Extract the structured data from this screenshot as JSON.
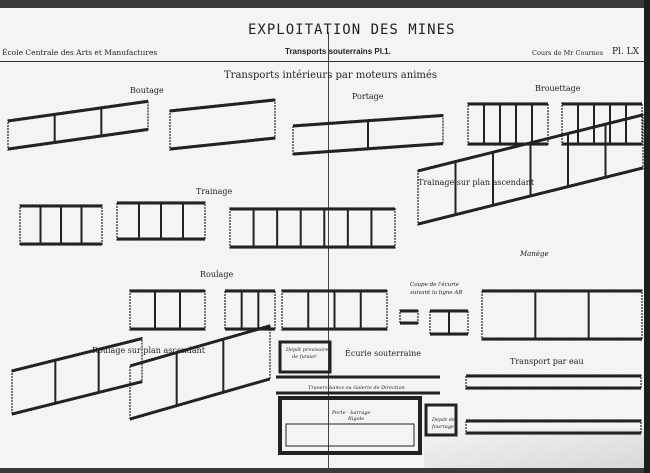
{
  "header": {
    "title": "EXPLOITATION DES MINES",
    "school": "École Centrale des Arts et Manufactures",
    "subject": "Transports souterrains  Pl.1.",
    "course": "Cours de Mr Cournes",
    "plate": "Pl. LX"
  },
  "heading": "Transports intérieurs par moteurs animés",
  "figures": {
    "boutage": "Boutage",
    "portage": "Portage",
    "brouettage": "Brouettage",
    "trainage": "Trainage",
    "trainage_ascendant": "Trainage sur plan ascendant",
    "roulage": "Roulage",
    "coupe": "Coupe de l'écurie",
    "coupe2": "suivant la ligne AB",
    "manege": "Manège",
    "roulage_ascendant": "Roulage sur plan ascendant",
    "ecurie": "Écurie souterraine",
    "transport_eau": "Transport par eau"
  },
  "ecurie_plan": {
    "depot_fumier_1": "Dépôt provisoire",
    "depot_fumier_2": "de fumier",
    "galerie": "Travers-bancs ou Galerie de Direction",
    "porte": "Porte - barrage",
    "rigole": "Rigole",
    "depot_fourrage_1": "Dépôt de",
    "depot_fourrage_2": "fourrage"
  }
}
